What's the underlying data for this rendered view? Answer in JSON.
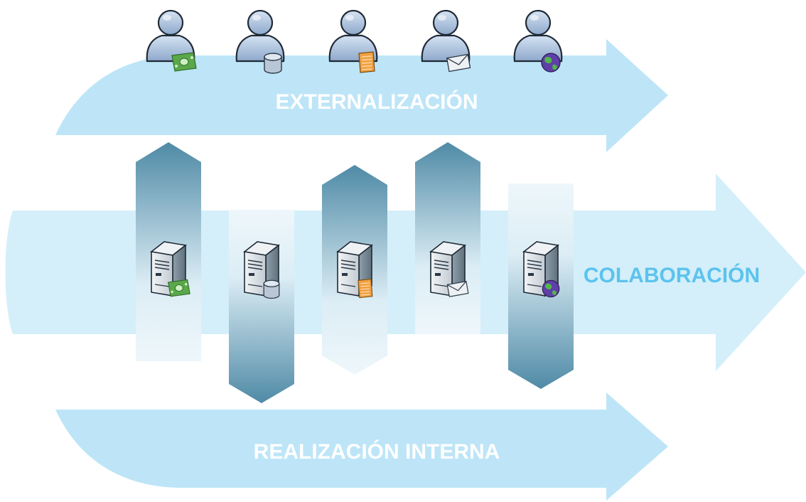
{
  "labels": {
    "top": "EXTERNALIZACIÓN",
    "middle": "COLABORACIÓN",
    "bottom": "REALIZACIÓN INTERNA"
  },
  "colors": {
    "arrow_top": "#bde5f7",
    "arrow_mid": "#d4effa",
    "arrow_bottom": "#bde5f7",
    "middle_label": "#5cc3ee",
    "column_dark": "#4f8aa6",
    "column_light": "#eef7fb",
    "user_body": "#a9c0de",
    "server_body": "#d6dee4"
  },
  "users": [
    {
      "badge": "money-icon"
    },
    {
      "badge": "database-icon"
    },
    {
      "badge": "document-icon"
    },
    {
      "badge": "envelope-icon"
    },
    {
      "badge": "globe-icon"
    }
  ],
  "servers": [
    {
      "badge": "money-icon"
    },
    {
      "badge": "database-icon"
    },
    {
      "badge": "document-icon"
    },
    {
      "badge": "envelope-icon"
    },
    {
      "badge": "globe-icon"
    }
  ]
}
